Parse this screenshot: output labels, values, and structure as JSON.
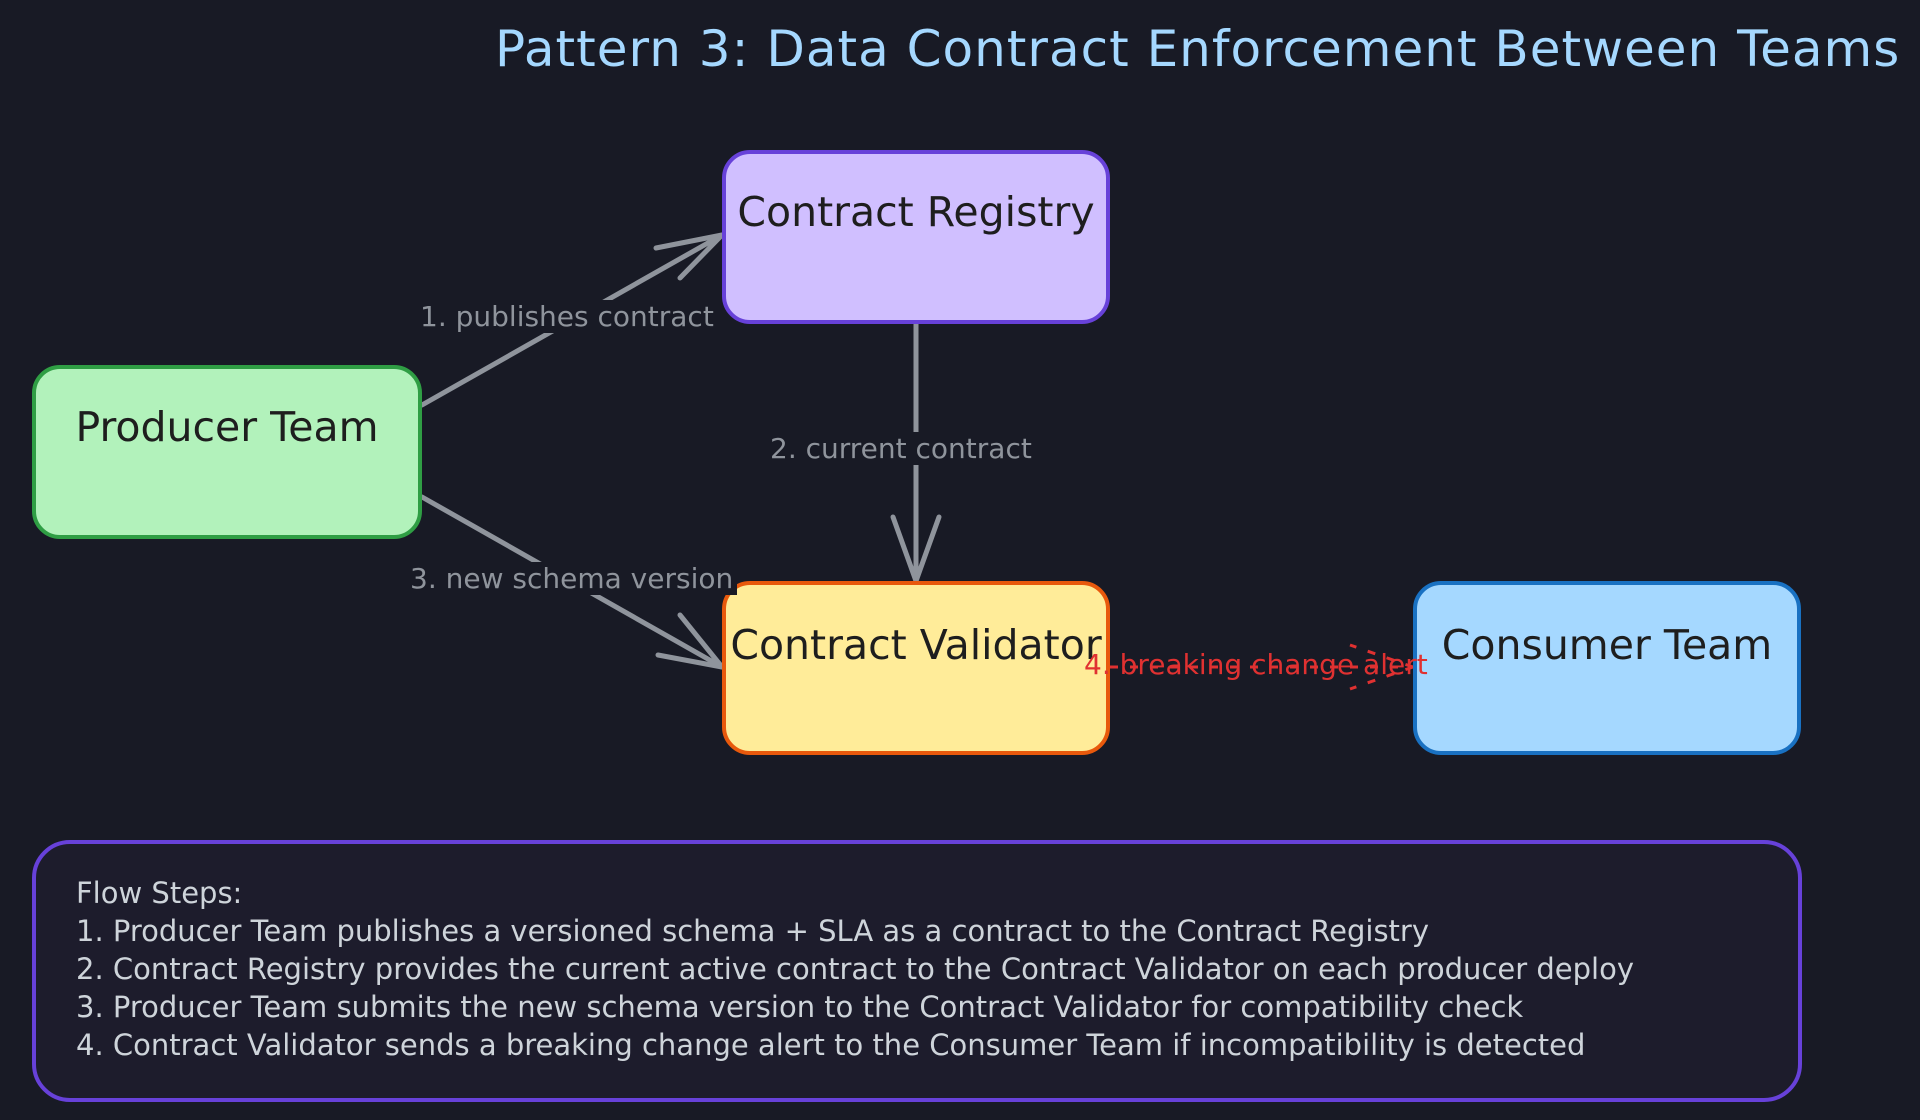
{
  "title": "Pattern 3: Data Contract Enforcement Between Teams",
  "colors": {
    "background": "#181a25",
    "title": "#a5d8ff",
    "edge": "#8f949c",
    "alert": "#e03131",
    "registry_fill": "#d0bfff",
    "registry_stroke": "#6741d9",
    "producer_fill": "#b2f2bb",
    "producer_stroke": "#2f9e44",
    "validator_fill": "#ffec99",
    "validator_stroke": "#e8590c",
    "consumer_fill": "#a5d8ff",
    "consumer_stroke": "#1971c2"
  },
  "nodes": {
    "registry": "Contract Registry",
    "producer": "Producer Team",
    "validator": "Contract Validator",
    "consumer": "Consumer Team"
  },
  "edges": {
    "publishes": "1. publishes contract",
    "current": "2. current contract",
    "schema": "3. new schema version",
    "alert": "4. breaking change alert"
  },
  "steps": {
    "heading": "Flow Steps:",
    "items": [
      "1. Producer Team publishes a versioned schema + SLA as a contract to the Contract Registry",
      "2. Contract Registry provides the current active contract to the Contract Validator on each producer deploy",
      "3. Producer Team submits the new schema version to the Contract Validator for compatibility check",
      "4. Contract Validator sends a breaking change alert to the Consumer Team if incompatibility is detected"
    ]
  }
}
